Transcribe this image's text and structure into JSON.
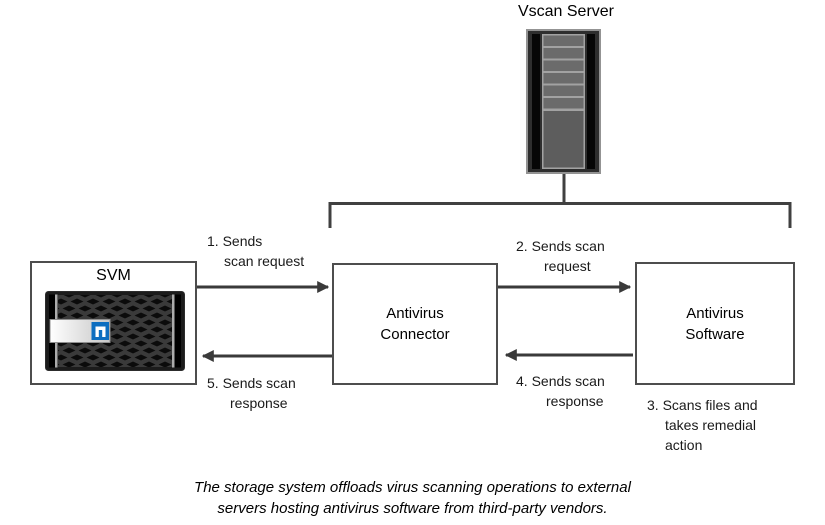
{
  "title": "Vscan Server",
  "boxes": {
    "svm": {
      "label": "SVM"
    },
    "connector": {
      "line1": "Antivirus",
      "line2": "Connector"
    },
    "software": {
      "line1": "Antivirus",
      "line2": "Software"
    }
  },
  "steps": {
    "step1": {
      "line1": "1. Sends",
      "line2": "scan request"
    },
    "step2": {
      "line1": "2. Sends scan",
      "line2": "request"
    },
    "step3": {
      "line1": "3. Scans files and",
      "line2": "takes remedial",
      "line3": "action"
    },
    "step4": {
      "line1": "4. Sends scan",
      "line2": "response"
    },
    "step5": {
      "line1": "5. Sends scan",
      "line2": "response"
    }
  },
  "caption": {
    "line1": "The storage system offloads virus scanning operations to external",
    "line2": "servers hosting antivirus software from third-party vendors."
  },
  "icons": {
    "server": "server-tower-icon",
    "storage": "storage-array-icon",
    "logo": "netapp-logo-icon"
  },
  "colors": {
    "line": "#404040",
    "box_border": "#4d4d4d",
    "box_fill": "#ffffff",
    "netapp_blue": "#0d6ec0",
    "text": "#000000"
  }
}
